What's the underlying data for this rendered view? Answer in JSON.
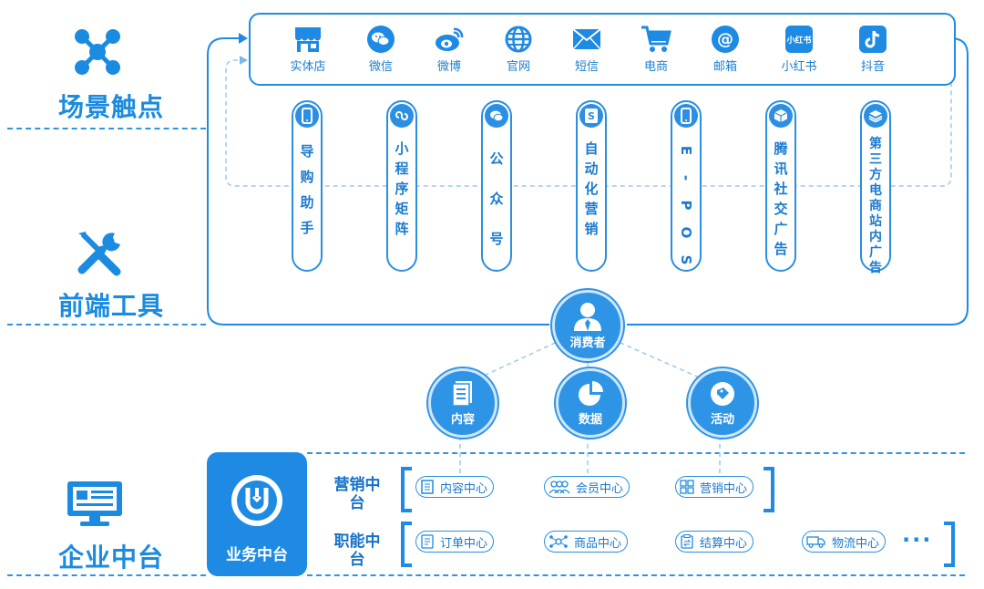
{
  "sections": {
    "touchpoints": "场景触点",
    "frontend_tools": "前端工具",
    "enterprise_platform": "企业中台"
  },
  "channels": [
    {
      "label": "实体店",
      "icon": "store-icon"
    },
    {
      "label": "微信",
      "icon": "wechat-icon"
    },
    {
      "label": "微博",
      "icon": "weibo-icon"
    },
    {
      "label": "官网",
      "icon": "globe-icon"
    },
    {
      "label": "短信",
      "icon": "mail-icon"
    },
    {
      "label": "电商",
      "icon": "cart-icon"
    },
    {
      "label": "邮箱",
      "icon": "at-icon"
    },
    {
      "label": "小红书",
      "icon": "xiaohongshu-icon",
      "icon_text": "小红书"
    },
    {
      "label": "抖音",
      "icon": "douyin-icon"
    }
  ],
  "tools": [
    {
      "label": "导购助手",
      "icon": "phone-icon"
    },
    {
      "label": "小程序矩阵",
      "icon": "miniprogram-icon"
    },
    {
      "label": "公众号",
      "icon": "wechat-icon"
    },
    {
      "label": "自动化营销",
      "icon": "shopping-bag-icon",
      "icon_text": "S"
    },
    {
      "label": "E-POS",
      "icon": "phone-icon"
    },
    {
      "label": "腾讯社交广告",
      "icon": "cube-icon"
    },
    {
      "label": "第三方电商站内广告",
      "icon": "layers-icon"
    }
  ],
  "consumer": {
    "label": "消费者",
    "icon": "person-icon"
  },
  "nodes": [
    {
      "label": "内容",
      "icon": "document-icon"
    },
    {
      "label": "数据",
      "icon": "pie-chart-icon"
    },
    {
      "label": "活动",
      "icon": "tag-icon"
    }
  ],
  "business_platform": {
    "label": "业务中台",
    "icon": "logo-icon"
  },
  "marketing": {
    "label": "营销中台",
    "items": [
      {
        "label": "内容中心",
        "icon": "document-icon"
      },
      {
        "label": "会员中心",
        "icon": "users-icon"
      },
      {
        "label": "营销中心",
        "icon": "grid-icon"
      }
    ]
  },
  "functional": {
    "label": "职能中台",
    "items": [
      {
        "label": "订单中心",
        "icon": "order-icon"
      },
      {
        "label": "商品中心",
        "icon": "network-icon"
      },
      {
        "label": "结算中心",
        "icon": "settlement-icon"
      },
      {
        "label": "物流中心",
        "icon": "truck-icon"
      }
    ],
    "more": "···"
  },
  "colors": {
    "primary": "#1e8ae3",
    "text": "#1a7fd0",
    "dashed": "#9cc8ef"
  }
}
